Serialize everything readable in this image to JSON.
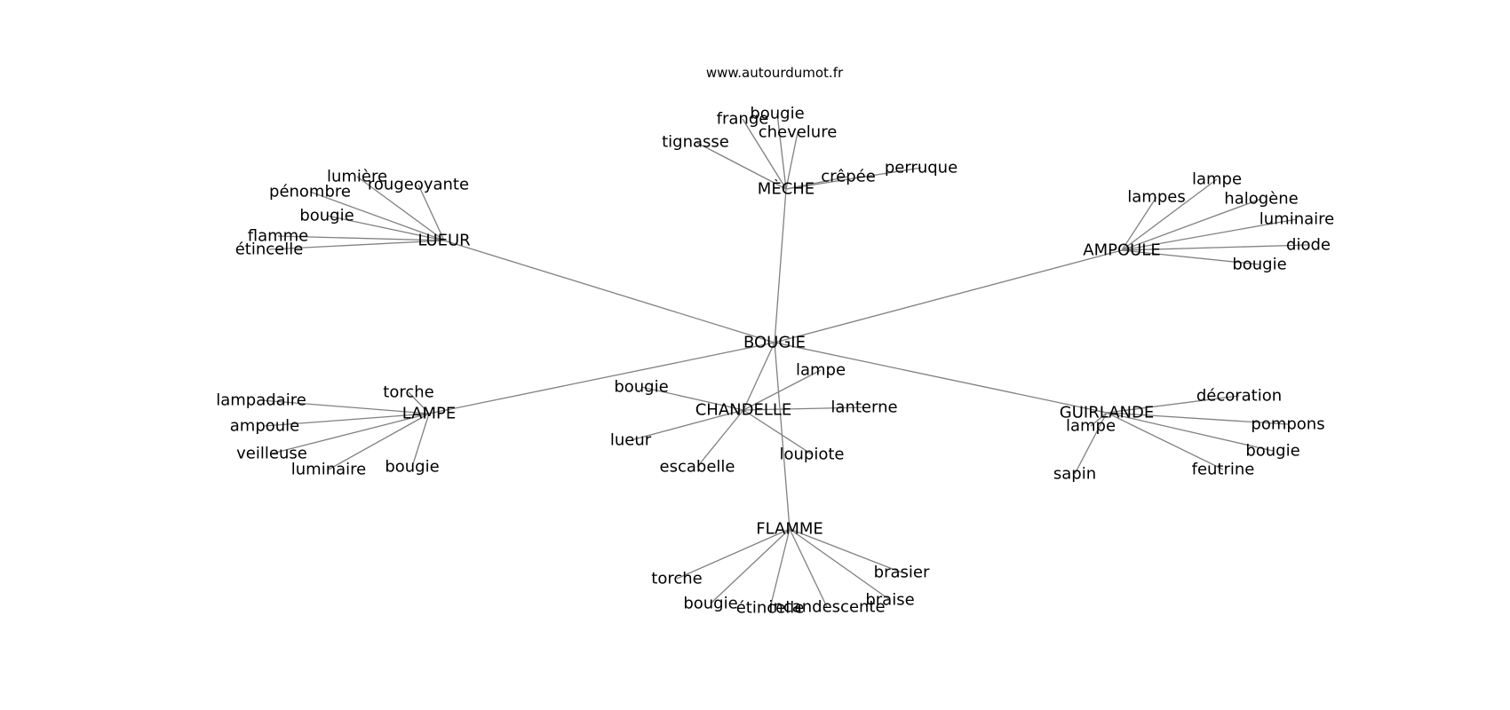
{
  "site": "www.autourdumot.fr",
  "center": "BOUGIE",
  "groups": [
    {
      "hub": "MÈCHE",
      "leaves": [
        "tignasse",
        "frange",
        "bougie",
        "chevelure",
        "crêpée",
        "perruque"
      ]
    },
    {
      "hub": "LUEUR",
      "leaves": [
        "lumière",
        "rougeoyante",
        "pénombre",
        "bougie",
        "flamme",
        "étincelle"
      ]
    },
    {
      "hub": "AMPOULE",
      "leaves": [
        "lampes",
        "lampe",
        "halogène",
        "luminaire",
        "diode",
        "bougie"
      ]
    },
    {
      "hub": "LAMPE",
      "leaves": [
        "torche",
        "lampadaire",
        "ampoule",
        "veilleuse",
        "luminaire",
        "bougie"
      ]
    },
    {
      "hub": "CHANDELLE",
      "leaves": [
        "bougie",
        "lampe",
        "lanterne",
        "lueur",
        "escabelle",
        "loupiote"
      ]
    },
    {
      "hub": "GUIRLANDE",
      "leaves": [
        "décoration",
        "pompons",
        "lampe",
        "bougie",
        "sapin",
        "feutrine"
      ]
    },
    {
      "hub": "FLAMME",
      "leaves": [
        "torche",
        "bougie",
        "étincelle",
        "incandescente",
        "braise",
        "brasier"
      ]
    }
  ]
}
